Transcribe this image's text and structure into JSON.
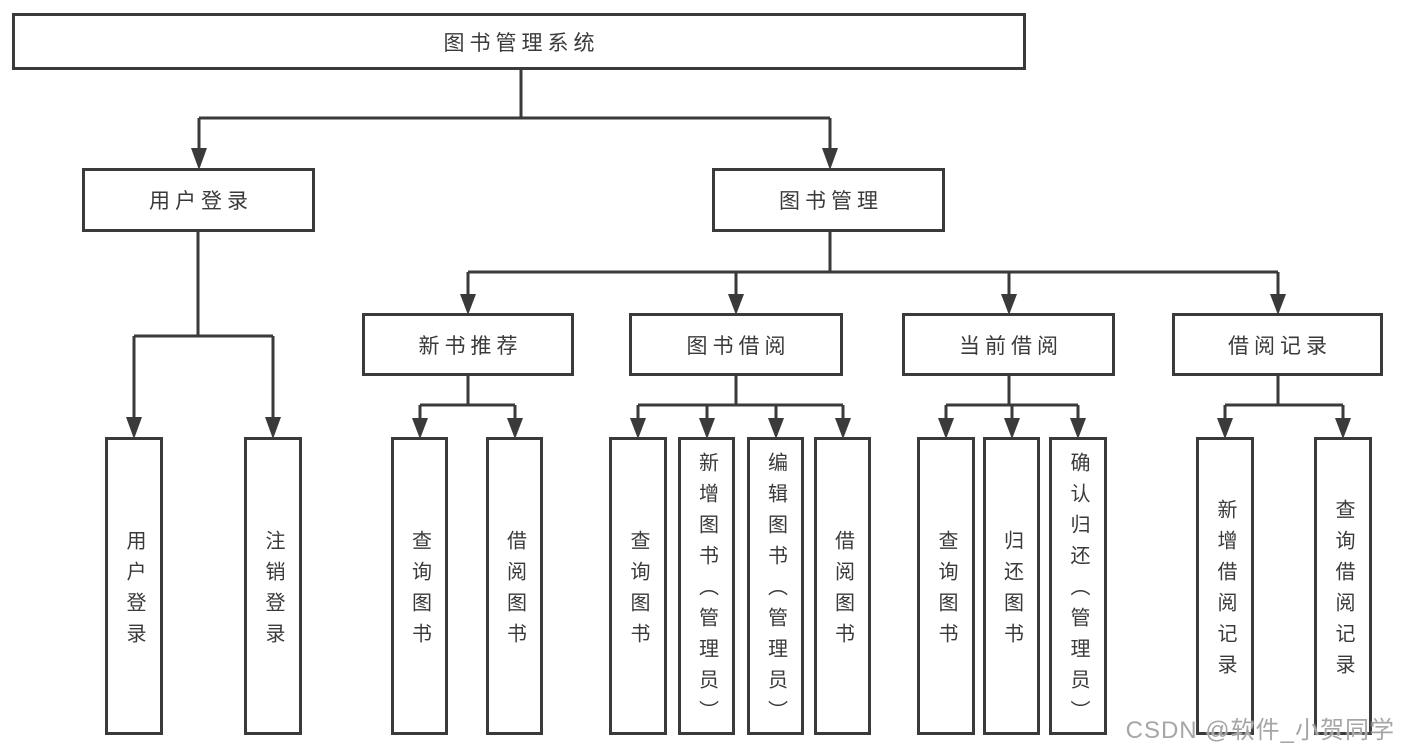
{
  "tree": {
    "root": {
      "label": "图书管理系统",
      "children": [
        {
          "label": "用户登录",
          "children": [
            {
              "label": "用户登录"
            },
            {
              "label": "注销登录"
            }
          ]
        },
        {
          "label": "图书管理",
          "children": [
            {
              "label": "新书推荐",
              "children": [
                {
                  "label": "查询图书"
                },
                {
                  "label": "借阅图书"
                }
              ]
            },
            {
              "label": "图书借阅",
              "children": [
                {
                  "label": "查询图书"
                },
                {
                  "label": "新增图书（管理员）"
                },
                {
                  "label": "编辑图书（管理员）"
                },
                {
                  "label": "借阅图书"
                }
              ]
            },
            {
              "label": "当前借阅",
              "children": [
                {
                  "label": "查询图书"
                },
                {
                  "label": "归还图书"
                },
                {
                  "label": "确认归还（管理员）"
                }
              ]
            },
            {
              "label": "借阅记录",
              "children": [
                {
                  "label": "新增借阅记录"
                },
                {
                  "label": "查询借阅记录"
                }
              ]
            }
          ]
        }
      ]
    }
  },
  "watermark": {
    "text": "CSDN @软件_小贺同学"
  },
  "colors": {
    "line": "#3a3a3a",
    "text": "#3a3a3a",
    "box_fill": "#ffffff",
    "background": "#ffffff",
    "watermark": "#a6a6a6"
  }
}
